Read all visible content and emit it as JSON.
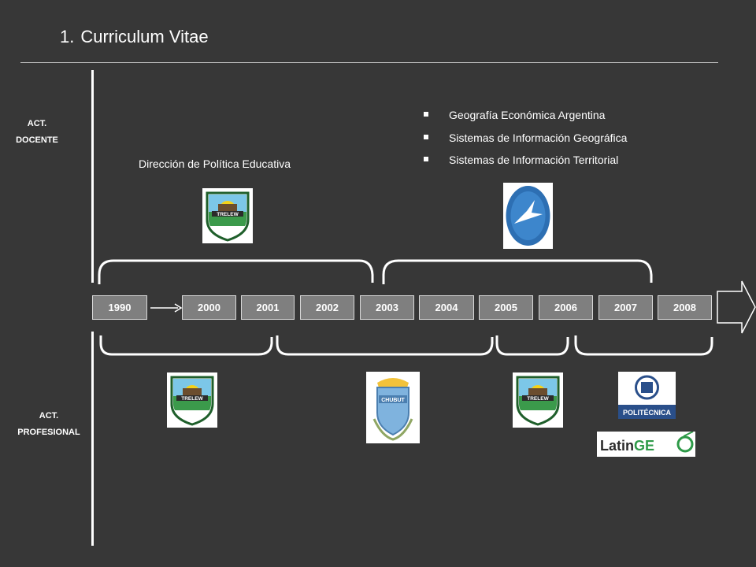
{
  "slide": {
    "title_number": "1.",
    "title": "Curriculum Vitae",
    "labels": {
      "docente_line1": "ACT.",
      "docente_line2": "DOCENTE",
      "profesional_line1": "ACT.",
      "profesional_line2": "PROFESIONAL"
    },
    "teaching_courses": [
      "Geografía Económica Argentina",
      "Sistemas de Información Geográfica",
      "Sistemas de Información Territorial"
    ],
    "teaching_role": "Dirección de Política Educativa",
    "years": [
      "1990",
      "2000",
      "2001",
      "2002",
      "2003",
      "2004",
      "2005",
      "2006",
      "2007",
      "2008"
    ],
    "logos": {
      "trelew": "TRELEW",
      "chubut": "CHUBUT",
      "politecnica": "POLITÉCNICA",
      "latingeo_a": "Latin",
      "latingeo_b": "GE"
    },
    "colors": {
      "background": "#373737",
      "year_box": "#7f7f7f",
      "accent_green": "#2e9a48"
    }
  }
}
